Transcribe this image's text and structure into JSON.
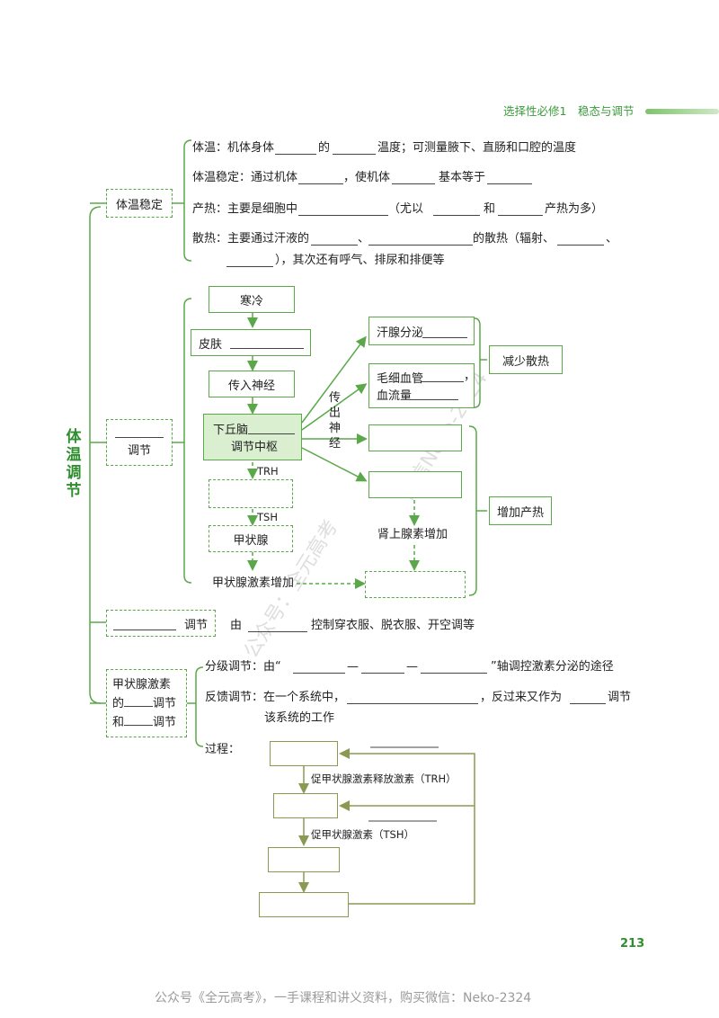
{
  "header": {
    "text": "选择性必修1　稳态与调节"
  },
  "main_title": {
    "chars": [
      "体",
      "温",
      "调",
      "节"
    ]
  },
  "section1": {
    "label": "体温稳定",
    "line1_a": "体温：机体身体",
    "line1_b": "的",
    "line1_c": "温度；可测量腋下、直肠和口腔的温度",
    "line2_a": "体温稳定：通过机体",
    "line2_b": "，使机体",
    "line2_c": "基本等于",
    "line3_a": "产热：主要是细胞中",
    "line3_b": "（尤以",
    "line3_c": "和",
    "line3_d": "产热为多）",
    "line4_a": "散热：主要通过汗液的",
    "line4_b": "、",
    "line4_c": "的散热（辐射、",
    "line4_d": "、",
    "line5": "），其次还有呼气、排尿和排便等"
  },
  "section2": {
    "label": "调节",
    "cold": "寒冷",
    "skin": "皮肤",
    "afferent": "传入神经",
    "hypo1": "下丘脑",
    "hypo2": "调节中枢",
    "trh": "TRH",
    "tsh": "TSH",
    "thyroid": "甲状腺",
    "thyroid_hormone": "甲状腺激素增加",
    "efferent": [
      "传",
      "出",
      "神",
      "经"
    ],
    "sweat": "汗腺分泌",
    "capillary1": "毛细血管",
    "capillary2": "血流量",
    "comma": "，",
    "reduce": "减少散热",
    "adrenaline": "肾上腺素增加",
    "increase": "增加产热"
  },
  "section3": {
    "label": "调节",
    "text_a": "由",
    "text_b": "控制穿衣服、脱衣服、开空调等"
  },
  "section4": {
    "label_line1": "甲状腺激素",
    "label_line2a": "的",
    "label_line2b": "调节",
    "label_line3a": "和",
    "label_line3b": "调节",
    "graded_a": "分级调节：由“",
    "graded_dash1": "—",
    "graded_dash2": "—",
    "graded_b": "”轴调控激素分泌的途径",
    "feedback_a": "反馈调节：在一个系统中，",
    "feedback_b": "，反过来又作为",
    "feedback_c": "调节",
    "feedback_line2": "该系统的工作",
    "process": "过程：",
    "trh_full": "促甲状腺激素释放激素（TRH）",
    "tsh_full": "促甲状腺激素（TSH）"
  },
  "page_number": "213",
  "footer": "公众号《全元高考》，一手课程和讲义资料，购买微信：Neko-2324",
  "watermarks": [
    "公众号：全元高考",
    "微信Neko-2324"
  ],
  "colors": {
    "accent": "#5aa84a",
    "olive": "#8a9a52",
    "fill": "#d9efd0"
  }
}
